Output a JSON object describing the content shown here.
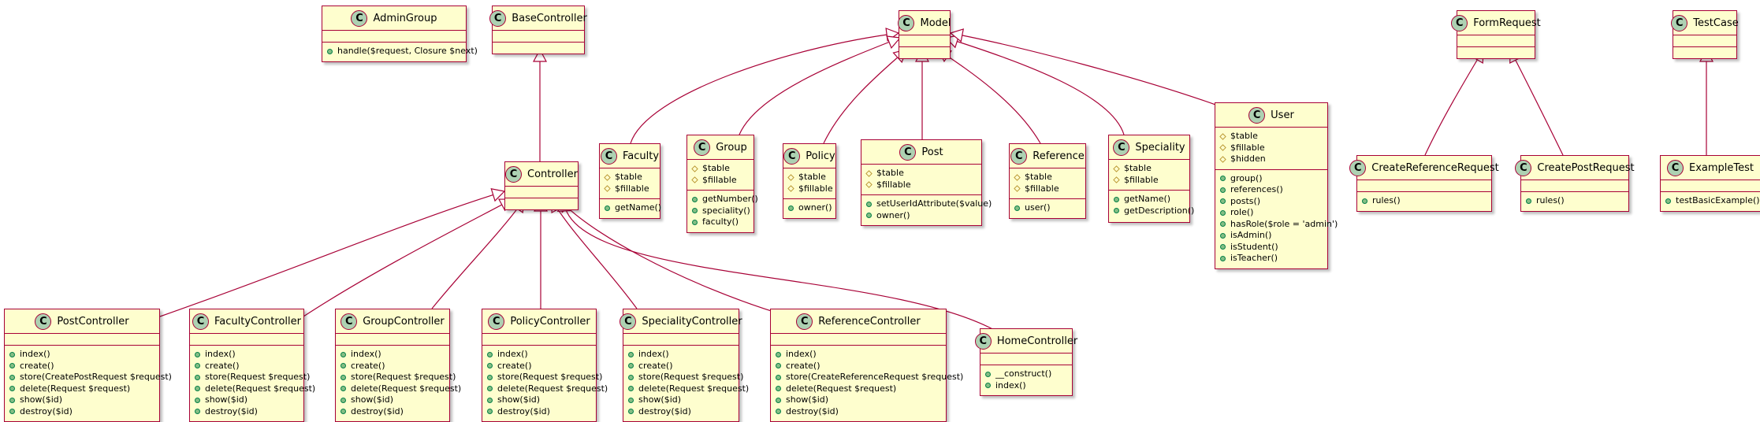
{
  "classes": [
    {
      "key": "admingroup",
      "name": "AdminGroup",
      "stereo": "C",
      "fields": [],
      "methods": [
        {
          "vis": "public",
          "text": "handle($request, Closure $next)"
        }
      ]
    },
    {
      "key": "basecontroller",
      "name": "BaseController",
      "stereo": "C",
      "fields": [],
      "methods": []
    },
    {
      "key": "model",
      "name": "Model",
      "stereo": "C",
      "fields": [],
      "methods": []
    },
    {
      "key": "formrequest",
      "name": "FormRequest",
      "stereo": "C",
      "fields": [],
      "methods": []
    },
    {
      "key": "testcase",
      "name": "TestCase",
      "stereo": "C",
      "fields": [],
      "methods": []
    },
    {
      "key": "controller",
      "name": "Controller",
      "stereo": "C",
      "fields": [],
      "methods": []
    },
    {
      "key": "faculty",
      "name": "Faculty",
      "stereo": "C",
      "fields": [
        {
          "vis": "protected",
          "text": "$table"
        },
        {
          "vis": "protected",
          "text": "$fillable"
        }
      ],
      "methods": [
        {
          "vis": "public",
          "text": "getName()"
        }
      ]
    },
    {
      "key": "group",
      "name": "Group",
      "stereo": "C",
      "fields": [
        {
          "vis": "protected",
          "text": "$table"
        },
        {
          "vis": "protected",
          "text": "$fillable"
        }
      ],
      "methods": [
        {
          "vis": "public",
          "text": "getNumber()"
        },
        {
          "vis": "public",
          "text": "speciality()"
        },
        {
          "vis": "public",
          "text": "faculty()"
        }
      ]
    },
    {
      "key": "policy",
      "name": "Policy",
      "stereo": "C",
      "fields": [
        {
          "vis": "protected",
          "text": "$table"
        },
        {
          "vis": "protected",
          "text": "$fillable"
        }
      ],
      "methods": [
        {
          "vis": "public",
          "text": "owner()"
        }
      ]
    },
    {
      "key": "post",
      "name": "Post",
      "stereo": "C",
      "fields": [
        {
          "vis": "protected",
          "text": "$table"
        },
        {
          "vis": "protected",
          "text": "$fillable"
        }
      ],
      "methods": [
        {
          "vis": "public",
          "text": "setUserIdAttribute($value)"
        },
        {
          "vis": "public",
          "text": "owner()"
        }
      ]
    },
    {
      "key": "reference",
      "name": "Reference",
      "stereo": "C",
      "fields": [
        {
          "vis": "protected",
          "text": "$table"
        },
        {
          "vis": "protected",
          "text": "$fillable"
        }
      ],
      "methods": [
        {
          "vis": "public",
          "text": "user()"
        }
      ]
    },
    {
      "key": "speciality",
      "name": "Speciality",
      "stereo": "C",
      "fields": [
        {
          "vis": "protected",
          "text": "$table"
        },
        {
          "vis": "protected",
          "text": "$fillable"
        }
      ],
      "methods": [
        {
          "vis": "public",
          "text": "getName()"
        },
        {
          "vis": "public",
          "text": "getDescription()"
        }
      ]
    },
    {
      "key": "user",
      "name": "User",
      "stereo": "C",
      "fields": [
        {
          "vis": "protected",
          "text": "$table"
        },
        {
          "vis": "protected",
          "text": "$fillable"
        },
        {
          "vis": "protected",
          "text": "$hidden"
        }
      ],
      "methods": [
        {
          "vis": "public",
          "text": "group()"
        },
        {
          "vis": "public",
          "text": "references()"
        },
        {
          "vis": "public",
          "text": "posts()"
        },
        {
          "vis": "public",
          "text": "role()"
        },
        {
          "vis": "public",
          "text": "hasRole($role = 'admin')"
        },
        {
          "vis": "public",
          "text": "isAdmin()"
        },
        {
          "vis": "public",
          "text": "isStudent()"
        },
        {
          "vis": "public",
          "text": "isTeacher()"
        }
      ]
    },
    {
      "key": "createreferencerequest",
      "name": "CreateReferenceRequest",
      "stereo": "C",
      "fields": [],
      "methods": [
        {
          "vis": "public",
          "text": "rules()"
        }
      ]
    },
    {
      "key": "createpostrequest",
      "name": "CreatePostRequest",
      "stereo": "C",
      "fields": [],
      "methods": [
        {
          "vis": "public",
          "text": "rules()"
        }
      ]
    },
    {
      "key": "exampletest",
      "name": "ExampleTest",
      "stereo": "C",
      "fields": [],
      "methods": [
        {
          "vis": "public",
          "text": "testBasicExample()"
        }
      ]
    },
    {
      "key": "postcontroller",
      "name": "PostController",
      "stereo": "C",
      "fields": [],
      "methods": [
        {
          "vis": "public",
          "text": "index()"
        },
        {
          "vis": "public",
          "text": "create()"
        },
        {
          "vis": "public",
          "text": "store(CreatePostRequest $request)"
        },
        {
          "vis": "public",
          "text": "delete(Request $request)"
        },
        {
          "vis": "public",
          "text": "show($id)"
        },
        {
          "vis": "public",
          "text": "destroy($id)"
        }
      ]
    },
    {
      "key": "facultycontroller",
      "name": "FacultyController",
      "stereo": "C",
      "fields": [],
      "methods": [
        {
          "vis": "public",
          "text": "index()"
        },
        {
          "vis": "public",
          "text": "create()"
        },
        {
          "vis": "public",
          "text": "store(Request $request)"
        },
        {
          "vis": "public",
          "text": "delete(Request $request)"
        },
        {
          "vis": "public",
          "text": "show($id)"
        },
        {
          "vis": "public",
          "text": "destroy($id)"
        }
      ]
    },
    {
      "key": "groupcontroller",
      "name": "GroupController",
      "stereo": "C",
      "fields": [],
      "methods": [
        {
          "vis": "public",
          "text": "index()"
        },
        {
          "vis": "public",
          "text": "create()"
        },
        {
          "vis": "public",
          "text": "store(Request $request)"
        },
        {
          "vis": "public",
          "text": "delete(Request $request)"
        },
        {
          "vis": "public",
          "text": "show($id)"
        },
        {
          "vis": "public",
          "text": "destroy($id)"
        }
      ]
    },
    {
      "key": "policycontroller",
      "name": "PolicyController",
      "stereo": "C",
      "fields": [],
      "methods": [
        {
          "vis": "public",
          "text": "index()"
        },
        {
          "vis": "public",
          "text": "create()"
        },
        {
          "vis": "public",
          "text": "store(Request $request)"
        },
        {
          "vis": "public",
          "text": "delete(Request $request)"
        },
        {
          "vis": "public",
          "text": "show($id)"
        },
        {
          "vis": "public",
          "text": "destroy($id)"
        }
      ]
    },
    {
      "key": "specialitycontroller",
      "name": "SpecialityController",
      "stereo": "C",
      "fields": [],
      "methods": [
        {
          "vis": "public",
          "text": "index()"
        },
        {
          "vis": "public",
          "text": "create()"
        },
        {
          "vis": "public",
          "text": "store(Request $request)"
        },
        {
          "vis": "public",
          "text": "delete(Request $request)"
        },
        {
          "vis": "public",
          "text": "show($id)"
        },
        {
          "vis": "public",
          "text": "destroy($id)"
        }
      ]
    },
    {
      "key": "referencecontroller",
      "name": "ReferenceController",
      "stereo": "C",
      "fields": [],
      "methods": [
        {
          "vis": "public",
          "text": "index()"
        },
        {
          "vis": "public",
          "text": "create()"
        },
        {
          "vis": "public",
          "text": "store(CreateReferenceRequest $request)"
        },
        {
          "vis": "public",
          "text": "delete(Request $request)"
        },
        {
          "vis": "public",
          "text": "show($id)"
        },
        {
          "vis": "public",
          "text": "destroy($id)"
        }
      ]
    },
    {
      "key": "homecontroller",
      "name": "HomeController",
      "stereo": "C",
      "fields": [],
      "methods": [
        {
          "vis": "public",
          "text": "__construct()"
        },
        {
          "vis": "public",
          "text": "index()"
        }
      ]
    }
  ],
  "relations": [
    {
      "child": "controller",
      "parent": "basecontroller",
      "type": "extends"
    },
    {
      "child": "faculty",
      "parent": "model",
      "type": "extends"
    },
    {
      "child": "group",
      "parent": "model",
      "type": "extends"
    },
    {
      "child": "policy",
      "parent": "model",
      "type": "extends"
    },
    {
      "child": "post",
      "parent": "model",
      "type": "extends"
    },
    {
      "child": "reference",
      "parent": "model",
      "type": "extends"
    },
    {
      "child": "speciality",
      "parent": "model",
      "type": "extends"
    },
    {
      "child": "user",
      "parent": "model",
      "type": "extends"
    },
    {
      "child": "createreferencerequest",
      "parent": "formrequest",
      "type": "extends"
    },
    {
      "child": "createpostrequest",
      "parent": "formrequest",
      "type": "extends"
    },
    {
      "child": "exampletest",
      "parent": "testcase",
      "type": "extends"
    },
    {
      "child": "postcontroller",
      "parent": "controller",
      "type": "extends"
    },
    {
      "child": "facultycontroller",
      "parent": "controller",
      "type": "extends"
    },
    {
      "child": "groupcontroller",
      "parent": "controller",
      "type": "extends"
    },
    {
      "child": "policycontroller",
      "parent": "controller",
      "type": "extends"
    },
    {
      "child": "specialitycontroller",
      "parent": "controller",
      "type": "extends"
    },
    {
      "child": "referencecontroller",
      "parent": "controller",
      "type": "extends"
    },
    {
      "child": "homecontroller",
      "parent": "controller",
      "type": "extends"
    }
  ],
  "colors": {
    "box_fill": "#FEFECE",
    "border": "#A80036",
    "badge": "#ADD1B2",
    "edge": "#A80036"
  }
}
